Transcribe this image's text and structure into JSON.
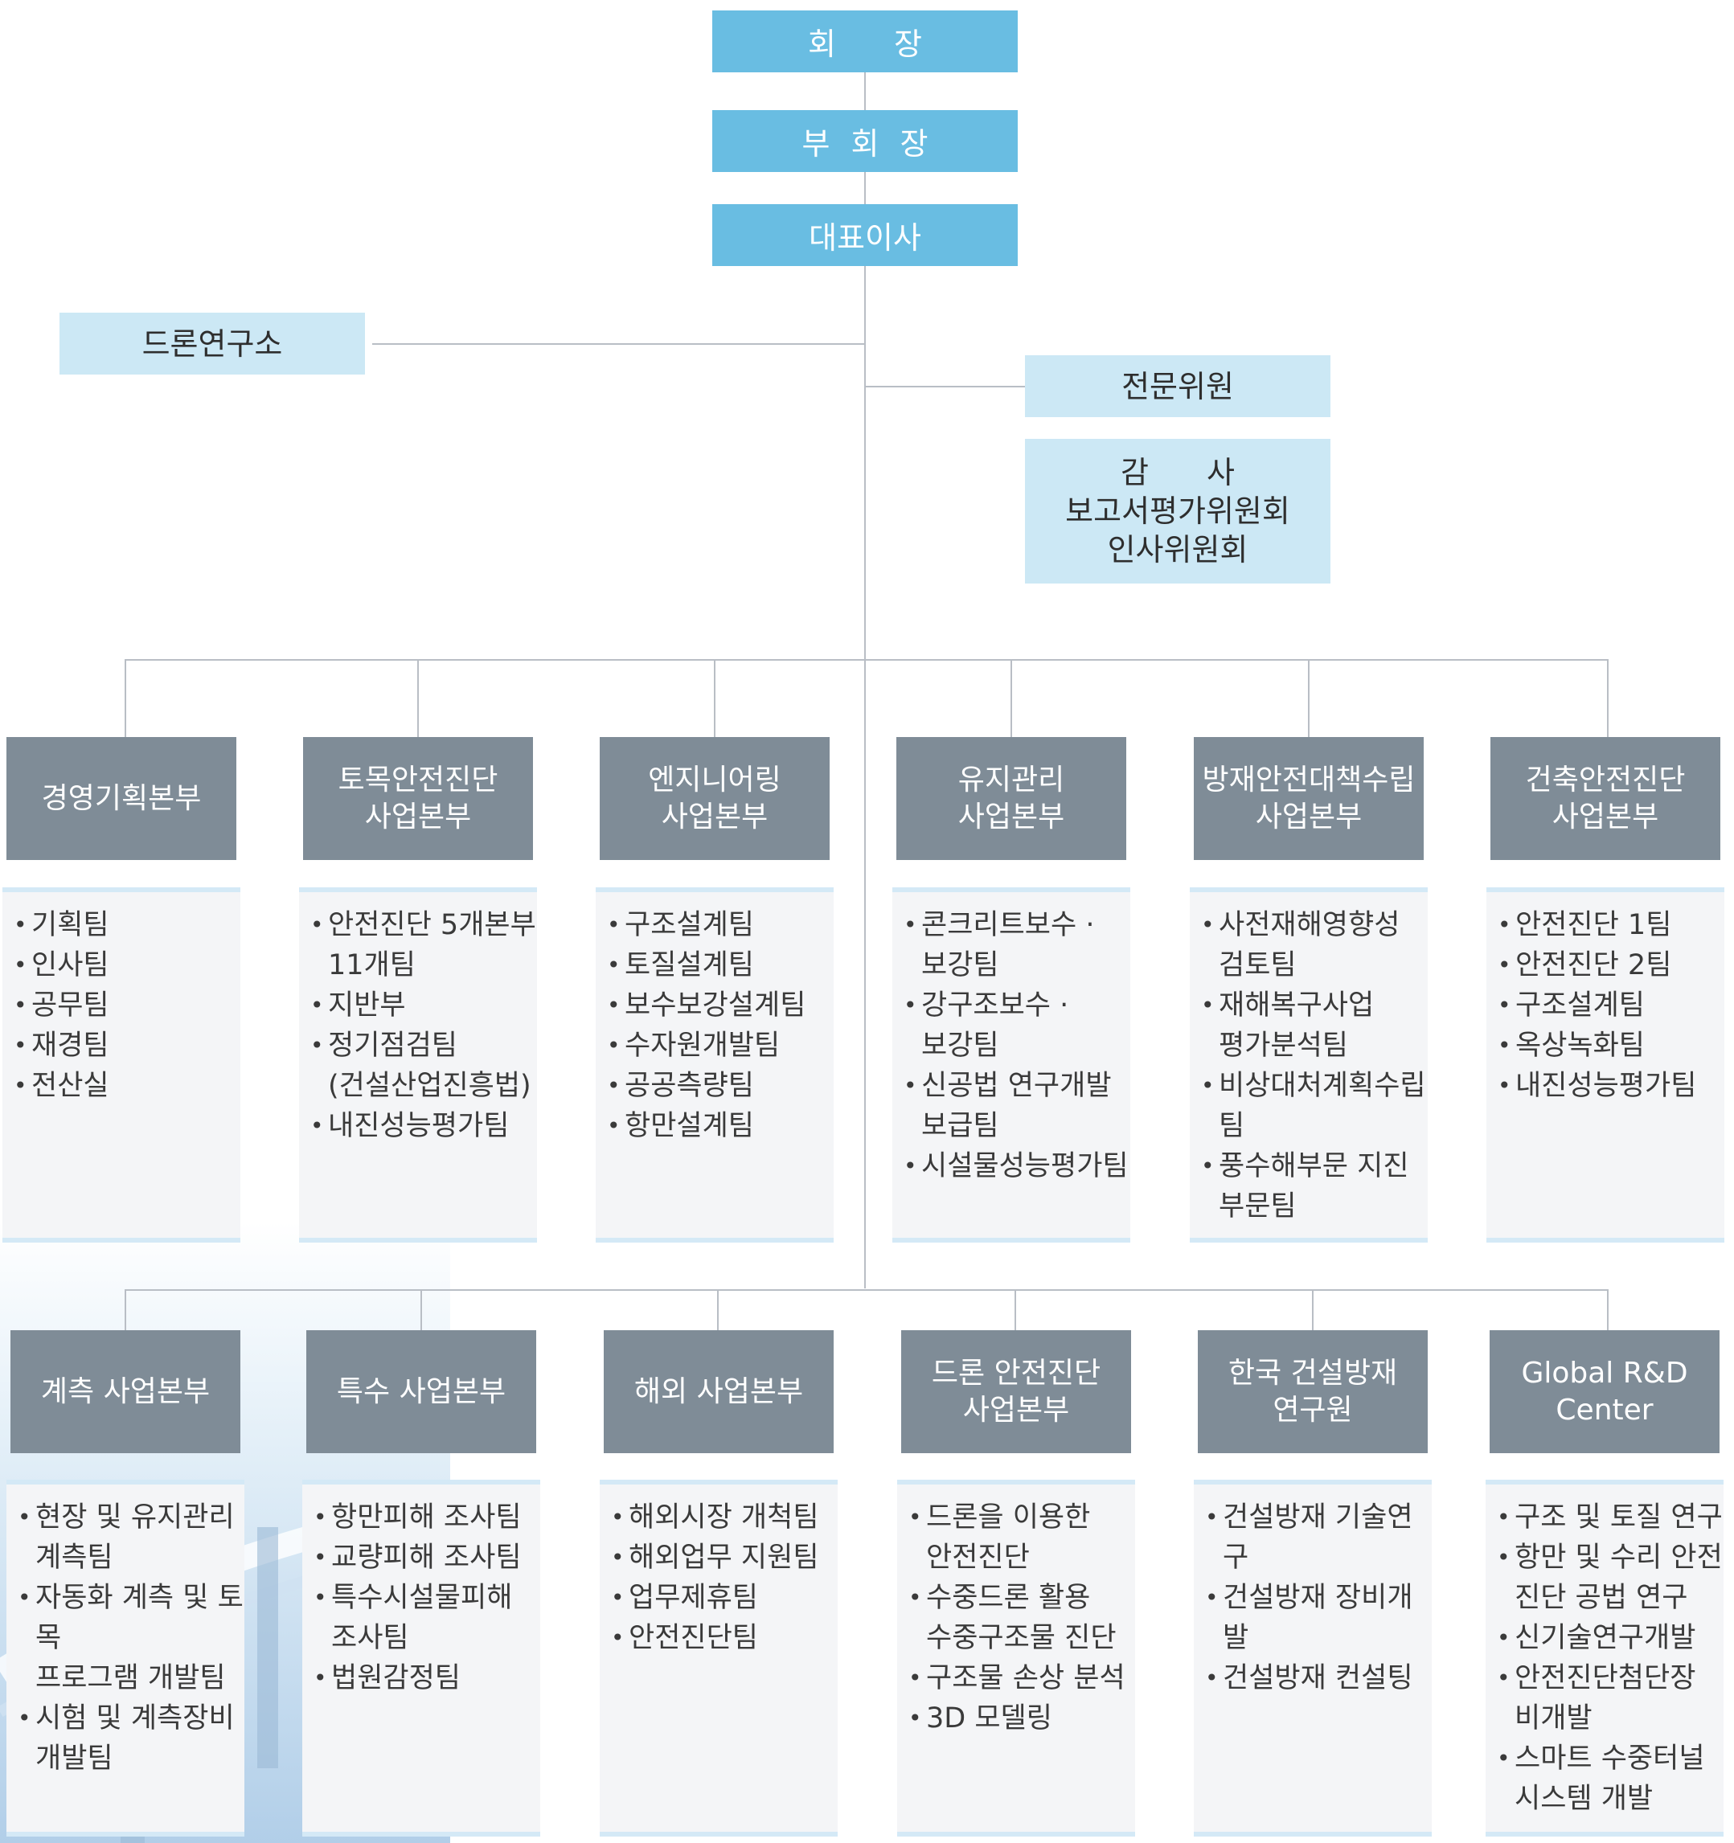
{
  "top": {
    "chairman": "회 장",
    "vice_chairman": "부 회 장",
    "ceo": "대표이사"
  },
  "side": {
    "drone_lab": "드론연구소",
    "expert": "전문위원",
    "committees": [
      "감 사",
      "보고서평가위원회",
      "인사위원회"
    ]
  },
  "row1": [
    {
      "title": [
        "경영기획본부"
      ],
      "items": [
        [
          "기획팀"
        ],
        [
          "인사팀"
        ],
        [
          "공무팀"
        ],
        [
          "재경팀"
        ],
        [
          "전산실"
        ]
      ]
    },
    {
      "title": [
        "토목안전진단",
        "사업본부"
      ],
      "items": [
        [
          "안전진단 5개본부",
          "11개팀"
        ],
        [
          "지반부"
        ],
        [
          "정기점검팀",
          "(건설산업진흥법)"
        ],
        [
          "내진성능평가팀"
        ]
      ]
    },
    {
      "title": [
        "엔지니어링",
        "사업본부"
      ],
      "items": [
        [
          "구조설계팀"
        ],
        [
          "토질설계팀"
        ],
        [
          "보수보강설계팀"
        ],
        [
          "수자원개발팀"
        ],
        [
          "공공측량팀"
        ],
        [
          "항만설계팀"
        ]
      ]
    },
    {
      "title": [
        "유지관리",
        "사업본부"
      ],
      "items": [
        [
          "콘크리트보수 ·",
          "보강팀"
        ],
        [
          "강구조보수 ·",
          "보강팀"
        ],
        [
          "신공법 연구개발",
          "보급팀"
        ],
        [
          "시설물성능평가팀"
        ]
      ]
    },
    {
      "title": [
        "방재안전대책수립",
        "사업본부"
      ],
      "items": [
        [
          "사전재해영향성",
          "검토팀"
        ],
        [
          "재해복구사업",
          "평가분석팀"
        ],
        [
          "비상대처계획수립팀"
        ],
        [
          "풍수해부문 지진부문팀"
        ]
      ]
    },
    {
      "title": [
        "건축안전진단",
        "사업본부"
      ],
      "items": [
        [
          "안전진단 1팀"
        ],
        [
          "안전진단 2팀"
        ],
        [
          "구조설계팀"
        ],
        [
          "옥상녹화팀"
        ],
        [
          "내진성능평가팀"
        ]
      ]
    }
  ],
  "row2": [
    {
      "title": [
        "계측 사업본부"
      ],
      "items": [
        [
          "현장 및 유지관리",
          "계측팀"
        ],
        [
          "자동화 계측 및 토목",
          "프로그램 개발팀"
        ],
        [
          "시험 및 계측장비",
          "개발팀"
        ]
      ]
    },
    {
      "title": [
        "특수 사업본부"
      ],
      "items": [
        [
          "항만피해 조사팀"
        ],
        [
          "교량피해 조사팀"
        ],
        [
          "특수시설물피해",
          "조사팀"
        ],
        [
          "법원감정팀"
        ]
      ]
    },
    {
      "title": [
        "해외 사업본부"
      ],
      "items": [
        [
          "해외시장 개척팀"
        ],
        [
          "해외업무 지원팀"
        ],
        [
          "업무제휴팀"
        ],
        [
          "안전진단팀"
        ]
      ]
    },
    {
      "title": [
        "드론 안전진단",
        "사업본부"
      ],
      "items": [
        [
          "드론을 이용한",
          "안전진단"
        ],
        [
          "수중드론 활용",
          "수중구조물 진단"
        ],
        [
          "구조물 손상 분석"
        ],
        [
          "3D 모델링"
        ]
      ]
    },
    {
      "title": [
        "한국 건설방재",
        "연구원"
      ],
      "items": [
        [
          "건설방재 기술연구"
        ],
        [
          "건설방재 장비개발"
        ],
        [
          "건설방재 컨설팅"
        ]
      ]
    },
    {
      "title": [
        "Global R&D",
        "Center"
      ],
      "items": [
        [
          "구조 및 토질 연구"
        ],
        [
          "항만 및 수리 안전",
          "진단 공법 연구"
        ],
        [
          "신기술연구개발"
        ],
        [
          "안전진단첨단장",
          "비개발"
        ],
        [
          "스마트 수중터널",
          "시스템 개발"
        ]
      ]
    }
  ],
  "colors": {
    "top": "#69bde2",
    "light": "#cce8f5",
    "division": "#7f8c97",
    "panel": "#f4f5f7",
    "line": "#b9bec5"
  }
}
